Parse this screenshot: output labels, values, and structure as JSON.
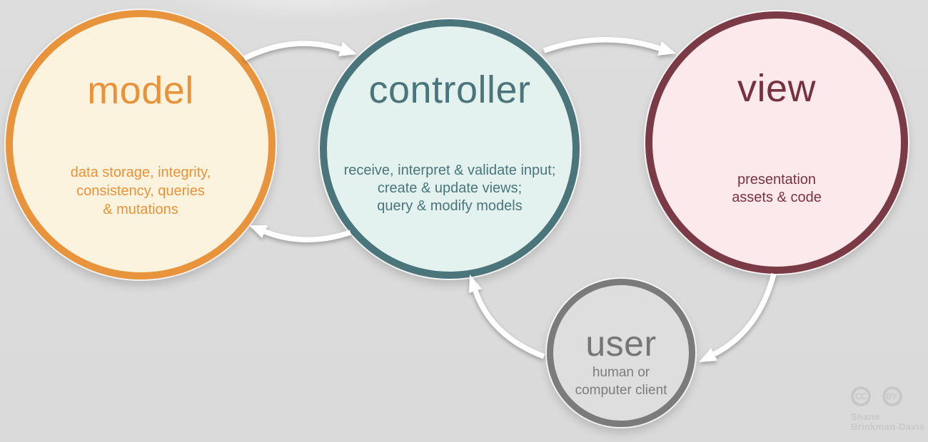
{
  "diagram": {
    "background_color": "#dbdbdb",
    "arrow_color": "#ffffff",
    "nodes": {
      "model": {
        "label": "model",
        "desc_lines": [
          "data storage, integrity,",
          "consistency, queries",
          "& mutations"
        ],
        "border_color": "#e8943c",
        "fill_color": "#fcf3de",
        "text_color": "#e8923a"
      },
      "controller": {
        "label": "controller",
        "desc_lines": [
          "receive, interpret & validate input;",
          "create & update views;",
          "query & modify models"
        ],
        "border_color": "#4a757a",
        "fill_color": "#e3f1ef",
        "text_color": "#4a767b"
      },
      "view": {
        "label": "view",
        "desc_lines": [
          "presentation",
          "assets & code"
        ],
        "border_color": "#7a3a46",
        "fill_color": "#fbe9ec",
        "text_color": "#76313f"
      },
      "user": {
        "label": "user",
        "desc_lines": [
          "human or",
          "computer client"
        ],
        "border_color": "#7b7b7b",
        "fill_color": "#dedede",
        "text_color": "#757575"
      }
    },
    "arrows": [
      {
        "from": "model",
        "to": "controller"
      },
      {
        "from": "controller",
        "to": "view"
      },
      {
        "from": "controller",
        "to": "model"
      },
      {
        "from": "view",
        "to": "user"
      },
      {
        "from": "user",
        "to": "controller"
      }
    ],
    "attribution": {
      "cc_badge": "CC",
      "by_badge": "BY:",
      "name_line1": "Shane",
      "name_line2": "Brinkman-Davis"
    }
  }
}
